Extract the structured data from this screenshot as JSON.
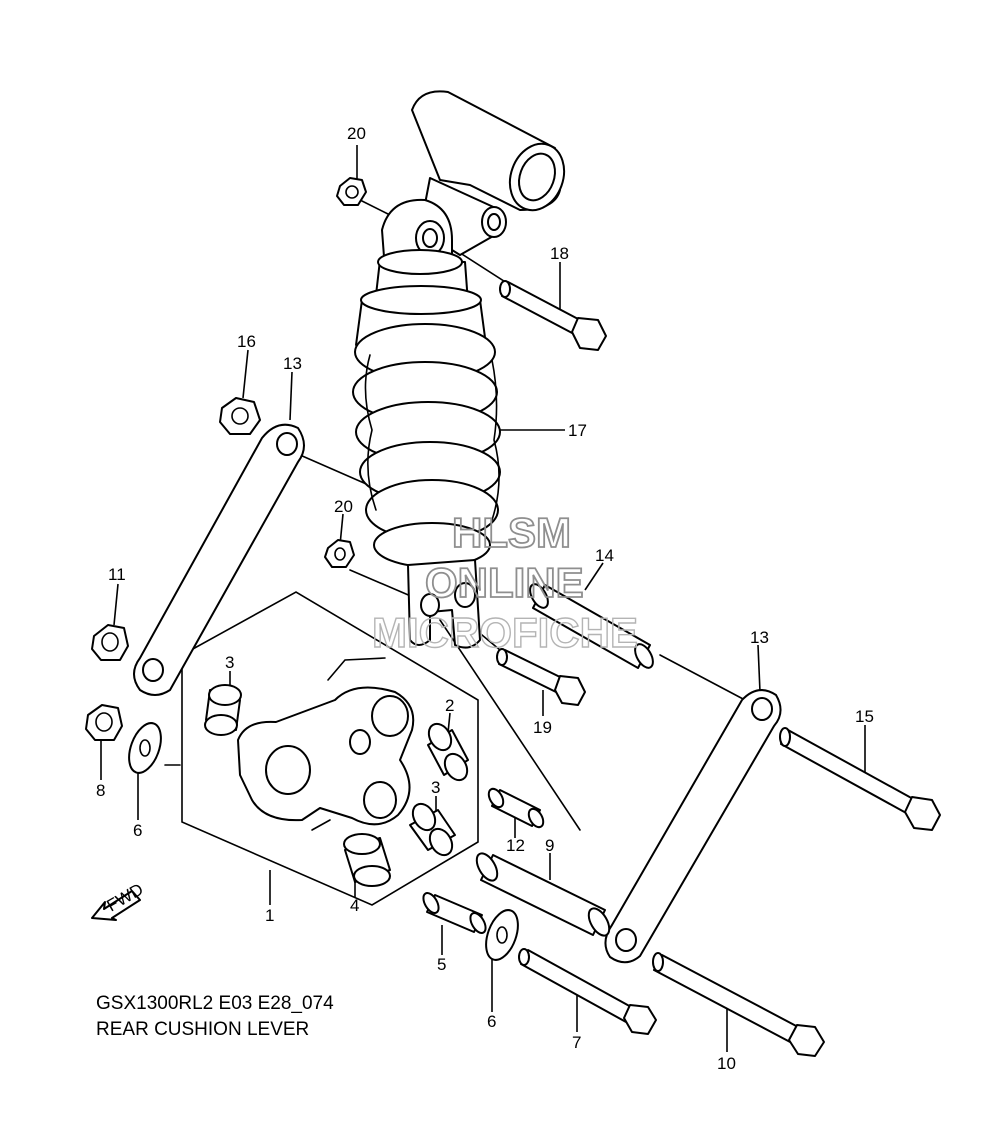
{
  "diagram": {
    "caption_code": "GSX1300RL2 E03 E28_074",
    "caption_title": "REAR CUSHION LEVER",
    "watermark": [
      "HLSM",
      "ONLINE",
      "MICROFICHE"
    ],
    "fwd_arrow_label": "FWD",
    "callouts": {
      "c1": "1",
      "c2": "2",
      "c3a": "3",
      "c3b": "3",
      "c4": "4",
      "c5": "5",
      "c6a": "6",
      "c6b": "6",
      "c7": "7",
      "c8": "8",
      "c9": "9",
      "c10": "10",
      "c11": "11",
      "c12": "12",
      "c13a": "13",
      "c13b": "13",
      "c14": "14",
      "c15": "15",
      "c16": "16",
      "c17": "17",
      "c18": "18",
      "c19": "19",
      "c20a": "20",
      "c20b": "20"
    }
  }
}
